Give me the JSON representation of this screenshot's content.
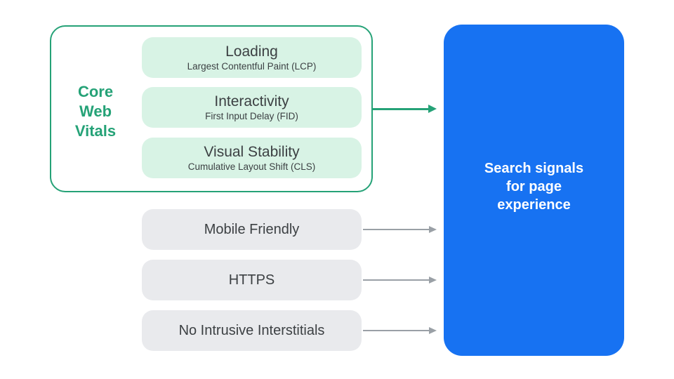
{
  "diagram_title": "Search signals for page experience",
  "colors": {
    "green_accent": "#25A277",
    "green_light_fill": "#D8F3E5",
    "gray_fill": "#E9EAED",
    "blue_panel": "#1772F2",
    "text_dark": "#3C4043",
    "arrow_gray": "#9AA0A6",
    "text_white": "#FFFFFF"
  },
  "core_web_vitals": {
    "label": "Core\nWeb\nVitals",
    "items": [
      {
        "title": "Loading",
        "subtitle": "Largest Contentful Paint (LCP)"
      },
      {
        "title": "Interactivity",
        "subtitle": "First Input Delay (FID)"
      },
      {
        "title": "Visual Stability",
        "subtitle": "Cumulative Layout Shift (CLS)"
      }
    ]
  },
  "other_signals": [
    {
      "label": "Mobile Friendly"
    },
    {
      "label": "HTTPS"
    },
    {
      "label": "No Intrusive Interstitials"
    }
  ],
  "result": {
    "label": "Search signals\nfor page\nexperience"
  }
}
